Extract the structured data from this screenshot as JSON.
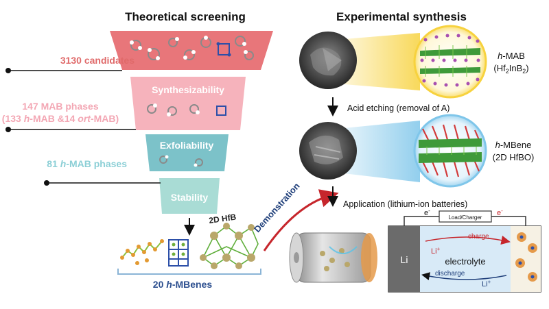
{
  "left": {
    "title": "Theoretical screening",
    "stage1_count": "3130 candidates",
    "stage2_label": "Synthesizability",
    "stage2_count": "147 MAB phases",
    "stage2_sub_pre": "(133 ",
    "stage2_sub_h": "h",
    "stage2_sub_mid": "-MAB &14 ",
    "stage2_sub_ort": "ort",
    "stage2_sub_post": "-MAB)",
    "stage3_label": "Exfoliability",
    "stage3_count_num": "81 ",
    "stage3_count_h": "h",
    "stage3_count_post": "-MAB phases",
    "stage4_label": "Stability",
    "structure_label": "2D HfB",
    "result_pre": "20 ",
    "result_h": "h",
    "result_post": "-MBenes",
    "demo_label": "Demonstration"
  },
  "right": {
    "title": "Experimental synthesis",
    "mab_name_h": "h",
    "mab_name_post": "-MAB",
    "mab_formula_a": "(Hf",
    "mab_formula_sub1": "2",
    "mab_formula_b": "InB",
    "mab_formula_sub2": "2",
    "mab_formula_c": ")",
    "etch_label": "Acid etching (removal of A)",
    "mbene_name_h": "h",
    "mbene_name_post": "-MBene",
    "mbene_formula": "(2D HfBO)",
    "application_label": "Application (lithium-ion batteries)",
    "battery": {
      "e_left": "e",
      "e_sup": "-",
      "load_label": "Load/Charger",
      "e_right": "e",
      "li_electrode": "Li",
      "charge": "charge",
      "li_ion_top": "Li",
      "electrolyte": "electrolyte",
      "discharge": "discharge",
      "li_ion_bottom": "Li",
      "ion_sup": "+"
    }
  },
  "colors": {
    "stage1": "#e8767a",
    "stage2": "#f6b3bc",
    "stage3": "#7cc2c9",
    "stage4": "#a9dcd5",
    "count1_text": "#e06a6a",
    "count2_text": "#f3a7b4",
    "count3_text": "#8ccfd6",
    "result_text": "#2c4f8f",
    "demo_text": "#1f3f7a",
    "arrow_red": "#c6262c",
    "mab_glow": "#f7d23e",
    "mbene_glow": "#7fc6ea",
    "electrolyte": "#d8eaf7"
  }
}
